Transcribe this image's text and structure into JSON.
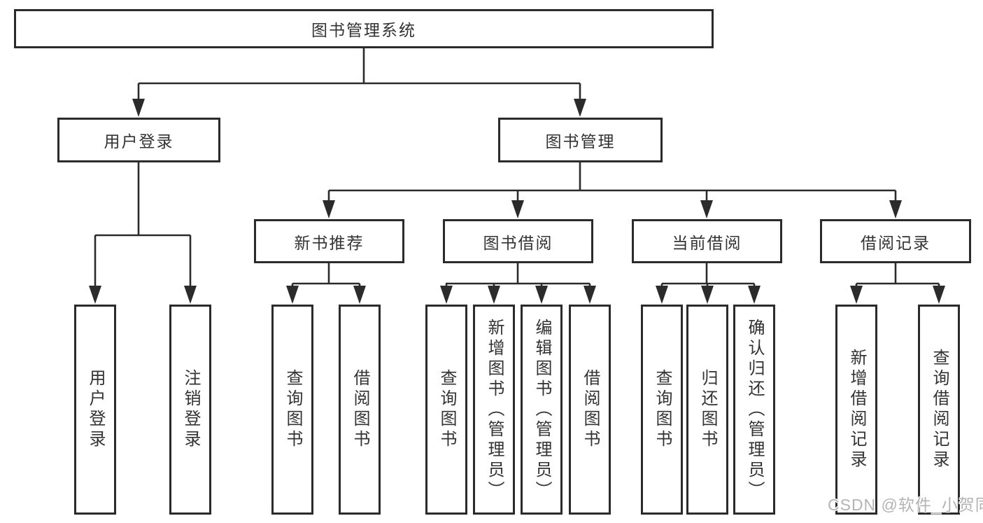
{
  "diagram": {
    "title": "图书管理系统",
    "tree": {
      "label": "图书管理系统",
      "children": [
        {
          "label": "用户登录",
          "children": [
            {
              "label": "用户登录"
            },
            {
              "label": "注销登录"
            }
          ]
        },
        {
          "label": "图书管理",
          "children": [
            {
              "label": "新书推荐",
              "children": [
                {
                  "label": "查询图书"
                },
                {
                  "label": "借阅图书"
                }
              ]
            },
            {
              "label": "图书借阅",
              "children": [
                {
                  "label": "查询图书"
                },
                {
                  "label": "新增图书（管理员）"
                },
                {
                  "label": "编辑图书（管理员）"
                },
                {
                  "label": "借阅图书"
                }
              ]
            },
            {
              "label": "当前借阅",
              "children": [
                {
                  "label": "查询图书"
                },
                {
                  "label": "归还图书"
                },
                {
                  "label": "确认归还（管理员）"
                }
              ]
            },
            {
              "label": "借阅记录",
              "children": [
                {
                  "label": "新增借阅记录"
                },
                {
                  "label": "查询借阅记录"
                }
              ]
            }
          ]
        }
      ]
    },
    "colors": {
      "line": "#2b2b2b",
      "box_border": "#2b2b2b",
      "box_fill": "#ffffff",
      "text": "#333333",
      "watermark": "#b4b4b4",
      "background": "#ffffff"
    }
  },
  "watermark": {
    "text": "CSDN @软件_小贺同学"
  }
}
